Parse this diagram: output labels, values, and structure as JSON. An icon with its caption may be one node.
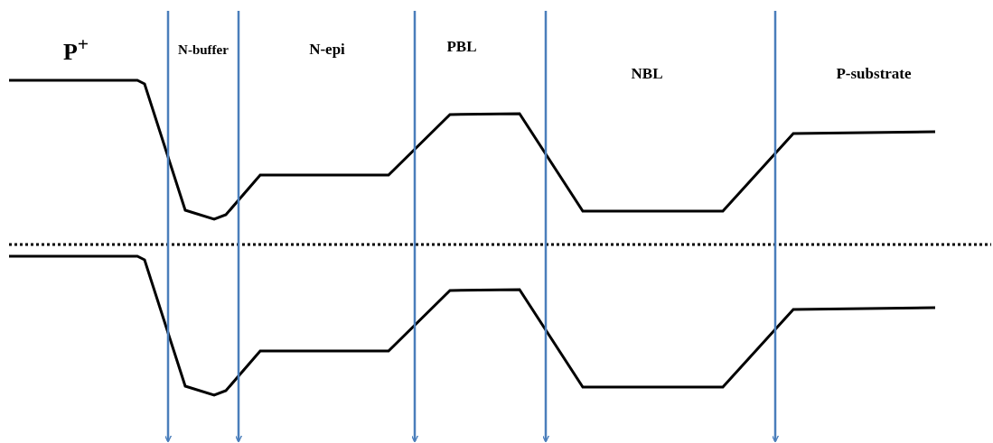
{
  "diagram": {
    "labels": [
      "P$^{+}$",
      "N-buffer",
      "N-epi",
      "PBL",
      "NBL",
      "P-substrate"
    ]
  }
}
